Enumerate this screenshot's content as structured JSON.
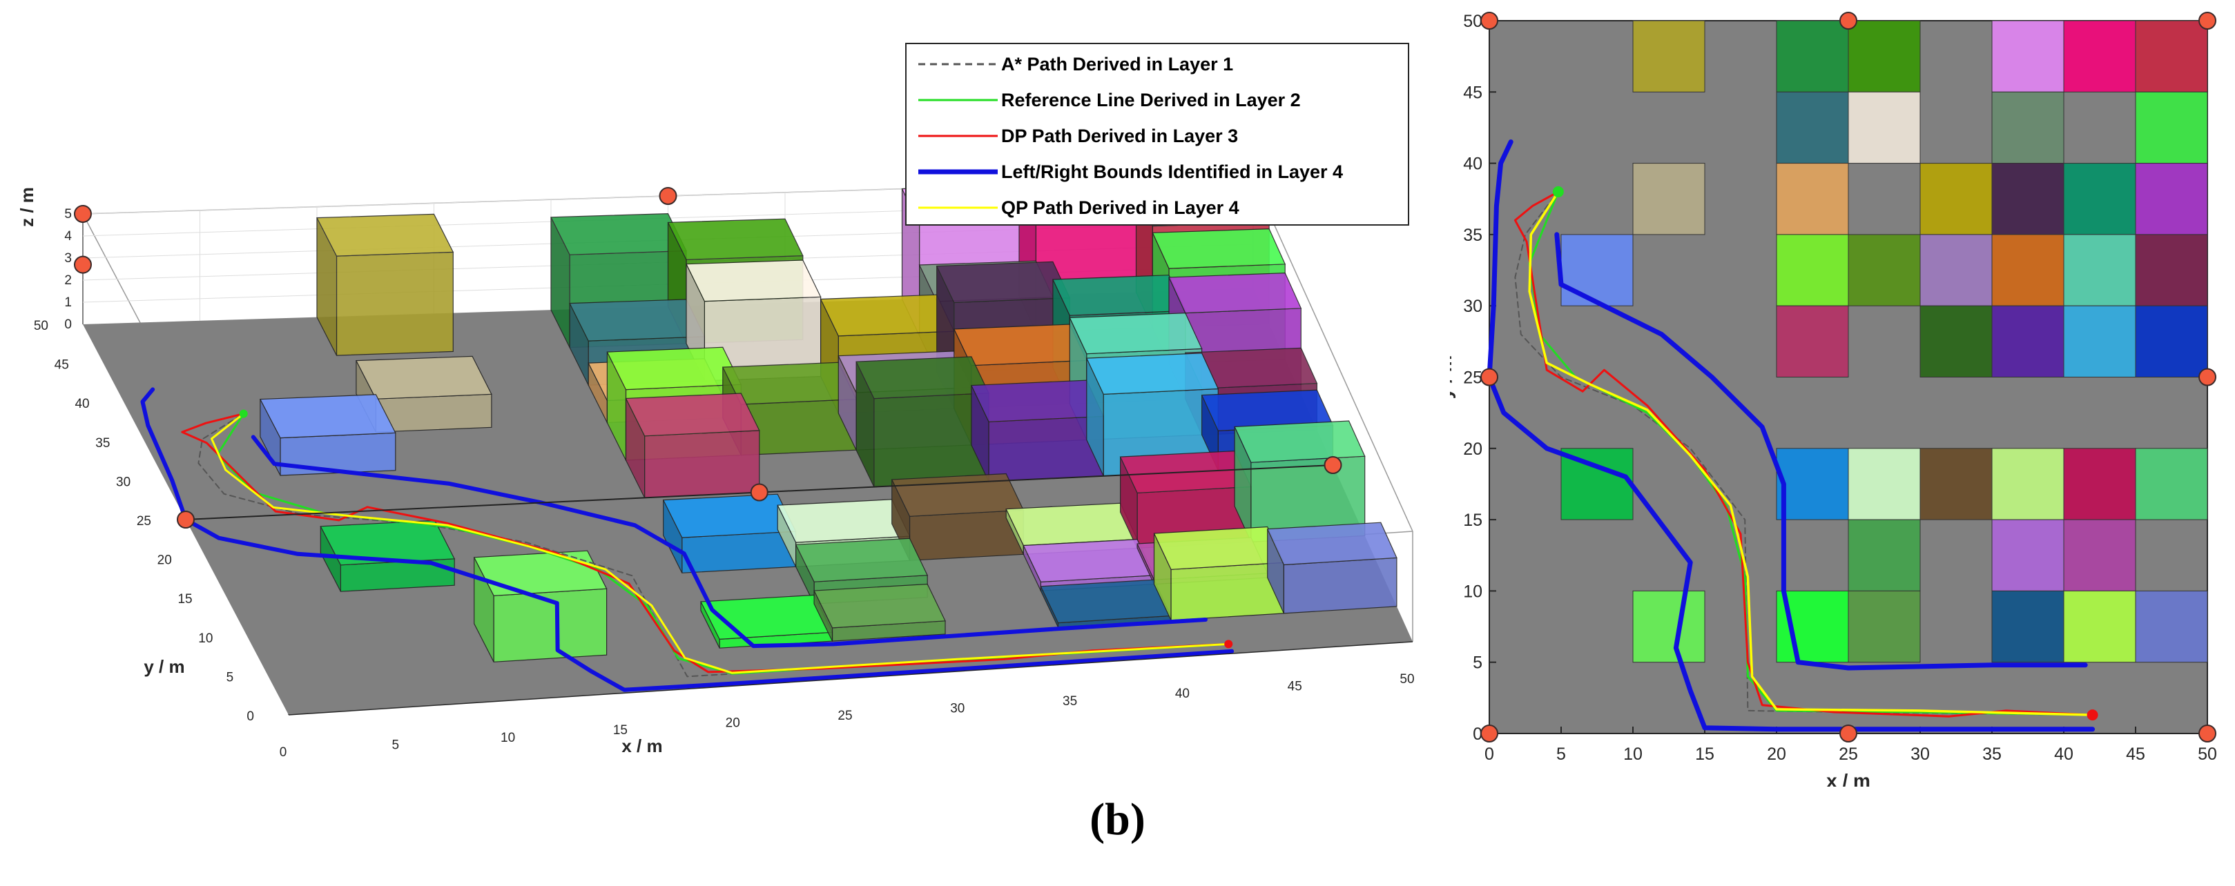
{
  "caption": "(b)",
  "legend": [
    {
      "label": "A* Path Derived in Layer 1",
      "color": "#555555",
      "style": "dashed"
    },
    {
      "label": "Reference Line Derived in Layer 2",
      "color": "#22dd22",
      "style": "solid"
    },
    {
      "label": "DP Path Derived in Layer 3",
      "color": "#ee1111",
      "style": "solid"
    },
    {
      "label": "Left/Right Bounds Identified in Layer 4",
      "color": "#1010dd",
      "style": "thick"
    },
    {
      "label": "QP Path Derived in Layer 4",
      "color": "#ffff00",
      "style": "solid"
    }
  ],
  "view3d": {
    "xlabel": "x / m",
    "ylabel": "y / m",
    "zlabel": "z / m",
    "x_ticks": [
      "0",
      "5",
      "10",
      "15",
      "20",
      "25",
      "30",
      "35",
      "40",
      "45",
      "50"
    ],
    "y_ticks": [
      "0",
      "5",
      "10",
      "15",
      "20",
      "25",
      "30",
      "35",
      "40",
      "45",
      "50"
    ],
    "z_ticks": [
      "0",
      "1",
      "2",
      "3",
      "4",
      "5"
    ]
  },
  "view2d": {
    "xlabel": "x / m",
    "ylabel": "y / m",
    "x_ticks": [
      "0",
      "5",
      "10",
      "15",
      "20",
      "25",
      "30",
      "35",
      "40",
      "45",
      "50"
    ],
    "y_ticks": [
      "0",
      "5",
      "10",
      "15",
      "20",
      "25",
      "30",
      "35",
      "40",
      "45",
      "50"
    ]
  },
  "chart_data": {
    "type": "scatter",
    "xlabel": "x / m",
    "ylabel": "y / m",
    "xlim": [
      0,
      50
    ],
    "ylim": [
      0,
      50
    ],
    "start": [
      42,
      1.3
    ],
    "goal": [
      4.8,
      38
    ],
    "obstacles": [
      {
        "x": 10,
        "y": 45,
        "color": "#aaa030"
      },
      {
        "x": 20,
        "y": 45,
        "color": "#239040"
      },
      {
        "x": 25,
        "y": 45,
        "color": "#3e9410"
      },
      {
        "x": 35,
        "y": 45,
        "color": "#d884e8"
      },
      {
        "x": 40,
        "y": 45,
        "color": "#e8107a"
      },
      {
        "x": 45,
        "y": 45,
        "color": "#c03048"
      },
      {
        "x": 20,
        "y": 40,
        "color": "#35707c"
      },
      {
        "x": 25,
        "y": 40,
        "color": "#e4dcd0"
      },
      {
        "x": 35,
        "y": 40,
        "color": "#6a8a70"
      },
      {
        "x": 45,
        "y": 40,
        "color": "#40e048"
      },
      {
        "x": 10,
        "y": 35,
        "color": "#b0a888"
      },
      {
        "x": 20,
        "y": 35,
        "color": "#d8a060"
      },
      {
        "x": 30,
        "y": 35,
        "color": "#b0a010"
      },
      {
        "x": 35,
        "y": 35,
        "color": "#482a50"
      },
      {
        "x": 40,
        "y": 35,
        "color": "#10906a"
      },
      {
        "x": 45,
        "y": 35,
        "color": "#a038c0"
      },
      {
        "x": 5,
        "y": 30,
        "color": "#6888e8"
      },
      {
        "x": 20,
        "y": 30,
        "color": "#78e830"
      },
      {
        "x": 25,
        "y": 30,
        "color": "#5a9020"
      },
      {
        "x": 30,
        "y": 30,
        "color": "#9a7ab8"
      },
      {
        "x": 35,
        "y": 30,
        "color": "#c86a20"
      },
      {
        "x": 40,
        "y": 30,
        "color": "#58c8a8"
      },
      {
        "x": 45,
        "y": 30,
        "color": "#782850"
      },
      {
        "x": 20,
        "y": 25,
        "color": "#b03868"
      },
      {
        "x": 30,
        "y": 25,
        "color": "#306820"
      },
      {
        "x": 35,
        "y": 25,
        "color": "#5828a0"
      },
      {
        "x": 40,
        "y": 25,
        "color": "#38a8d8"
      },
      {
        "x": 45,
        "y": 25,
        "color": "#1038c0"
      },
      {
        "x": 5,
        "y": 15,
        "color": "#10b848"
      },
      {
        "x": 20,
        "y": 15,
        "color": "#1888d8"
      },
      {
        "x": 25,
        "y": 15,
        "color": "#c8f0c0"
      },
      {
        "x": 30,
        "y": 15,
        "color": "#6a5030"
      },
      {
        "x": 35,
        "y": 15,
        "color": "#b8ec80"
      },
      {
        "x": 40,
        "y": 15,
        "color": "#b81858"
      },
      {
        "x": 45,
        "y": 15,
        "color": "#50c878"
      },
      {
        "x": 25,
        "y": 10,
        "color": "#48a050"
      },
      {
        "x": 35,
        "y": 10,
        "color": "#a868d0"
      },
      {
        "x": 40,
        "y": 10,
        "color": "#a848a0"
      },
      {
        "x": 10,
        "y": 5,
        "color": "#68e858"
      },
      {
        "x": 20,
        "y": 5,
        "color": "#20f838"
      },
      {
        "x": 25,
        "y": 5,
        "color": "#5a9848"
      },
      {
        "x": 35,
        "y": 5,
        "color": "#1a5888"
      },
      {
        "x": 40,
        "y": 5,
        "color": "#a8f048"
      },
      {
        "x": 45,
        "y": 5,
        "color": "#6a78c8"
      }
    ],
    "series": [
      {
        "name": "A* Path Derived in Layer 1",
        "points": [
          [
            42,
            1.3
          ],
          [
            25,
            1.5
          ],
          [
            18,
            1.6
          ],
          [
            17.8,
            15
          ],
          [
            14,
            20
          ],
          [
            10,
            23
          ],
          [
            5,
            25
          ],
          [
            2.2,
            28
          ],
          [
            1.8,
            32
          ],
          [
            2.5,
            35
          ],
          [
            4.8,
            38
          ]
        ]
      },
      {
        "name": "Reference Line Derived in Layer 2",
        "points": [
          [
            42,
            1.3
          ],
          [
            30,
            1.5
          ],
          [
            20,
            1.6
          ],
          [
            18,
            4
          ],
          [
            17.8,
            11
          ],
          [
            16.5,
            16
          ],
          [
            14,
            19.5
          ],
          [
            11,
            22.5
          ],
          [
            6,
            25
          ],
          [
            3.5,
            28
          ],
          [
            2.8,
            33
          ],
          [
            4.8,
            38
          ]
        ]
      },
      {
        "name": "DP Path Derived in Layer 3",
        "points": [
          [
            42,
            1.3
          ],
          [
            36,
            1.6
          ],
          [
            32,
            1.2
          ],
          [
            24,
            1.5
          ],
          [
            19,
            2
          ],
          [
            18,
            5
          ],
          [
            17.5,
            14
          ],
          [
            15,
            18.5
          ],
          [
            11,
            23
          ],
          [
            8,
            25.5
          ],
          [
            6.5,
            24
          ],
          [
            4,
            25.5
          ],
          [
            3.3,
            30
          ],
          [
            2.6,
            34.5
          ],
          [
            1.8,
            36
          ],
          [
            3,
            37
          ],
          [
            4.8,
            38
          ]
        ]
      },
      {
        "name": "Left/Right Bounds Identified in Layer 4 (left)",
        "points": [
          [
            1.5,
            41.5
          ],
          [
            0.8,
            40
          ],
          [
            0.5,
            37
          ],
          [
            0.3,
            30
          ],
          [
            0,
            25
          ],
          [
            1,
            22.5
          ],
          [
            4,
            20
          ],
          [
            9.5,
            18
          ],
          [
            14,
            12
          ],
          [
            13,
            6
          ],
          [
            14,
            3
          ],
          [
            15,
            0.4
          ],
          [
            20,
            0.3
          ],
          [
            30,
            0.3
          ],
          [
            42,
            0.3
          ]
        ]
      },
      {
        "name": "Left/Right Bounds Identified in Layer 4 (right)",
        "points": [
          [
            4.7,
            35
          ],
          [
            5,
            31.5
          ],
          [
            8,
            30
          ],
          [
            12,
            28
          ],
          [
            15.5,
            25
          ],
          [
            19,
            21.5
          ],
          [
            20.5,
            17.5
          ],
          [
            20.5,
            10
          ],
          [
            21.5,
            5
          ],
          [
            25,
            4.6
          ],
          [
            35,
            4.8
          ],
          [
            41.5,
            4.8
          ]
        ]
      },
      {
        "name": "QP Path Derived in Layer 4",
        "points": [
          [
            42,
            1.3
          ],
          [
            30,
            1.6
          ],
          [
            20,
            1.7
          ],
          [
            18.3,
            4
          ],
          [
            18,
            11
          ],
          [
            16.8,
            16
          ],
          [
            14,
            19.5
          ],
          [
            11,
            22.7
          ],
          [
            7,
            24.5
          ],
          [
            4,
            26
          ],
          [
            2.8,
            31
          ],
          [
            2.9,
            35
          ],
          [
            4.8,
            38
          ]
        ]
      }
    ]
  }
}
